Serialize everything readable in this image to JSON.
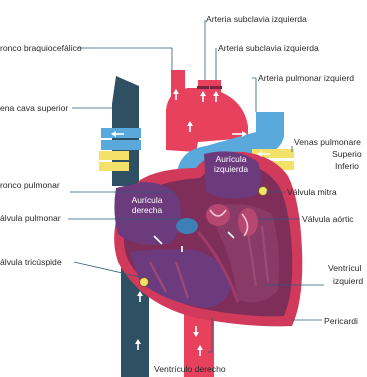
{
  "labels": {
    "tronco_braquiocefalico": "ronco braquiocefálico",
    "vena_cava_superior": "ena cava superior",
    "tronco_pulmonar": "ronco pulmonar",
    "valvula_pulmonar": "álvula pulmonar",
    "valvula_tricuspide": "álvula tricúspide",
    "arteria_subclavia_1": "Arteria subclavia izquierda",
    "arteria_subclavia_2": "Arteria subclavia izquierda",
    "arteria_pulmonar_izq": "Arteria pulmonar izquierd",
    "venas_pulmonares": "Venas pulmonare",
    "superior": "Superio",
    "inferior": "Inferio",
    "valvula_mitral": "Válvula mitra",
    "valvula_aortica": "Válvula aórtic",
    "ventriculo_izq_1": "Ventrícul",
    "ventriculo_izq_2": "izquierd",
    "pericardio": "Pericardi",
    "ventriculo_derecho": "Ventrículo derecho",
    "auricula_derecha_1": "Aurícula",
    "auricula_derecha_2": "derecha",
    "auricula_izquierda_1": "Aurícula",
    "auricula_izquierda_2": "izquierda"
  },
  "colors": {
    "vein_blue": "#2f4f63",
    "artery_red": "#e8415e",
    "pulmonary_blue": "#5aa9dc",
    "pulmonary_vein_yellow": "#f3e16a",
    "heart_outer": "#d23a5c",
    "heart_inner": "#7f2e5a",
    "chamber_purple": "#6b3b7e",
    "leader_line": "#2c5d7a"
  }
}
